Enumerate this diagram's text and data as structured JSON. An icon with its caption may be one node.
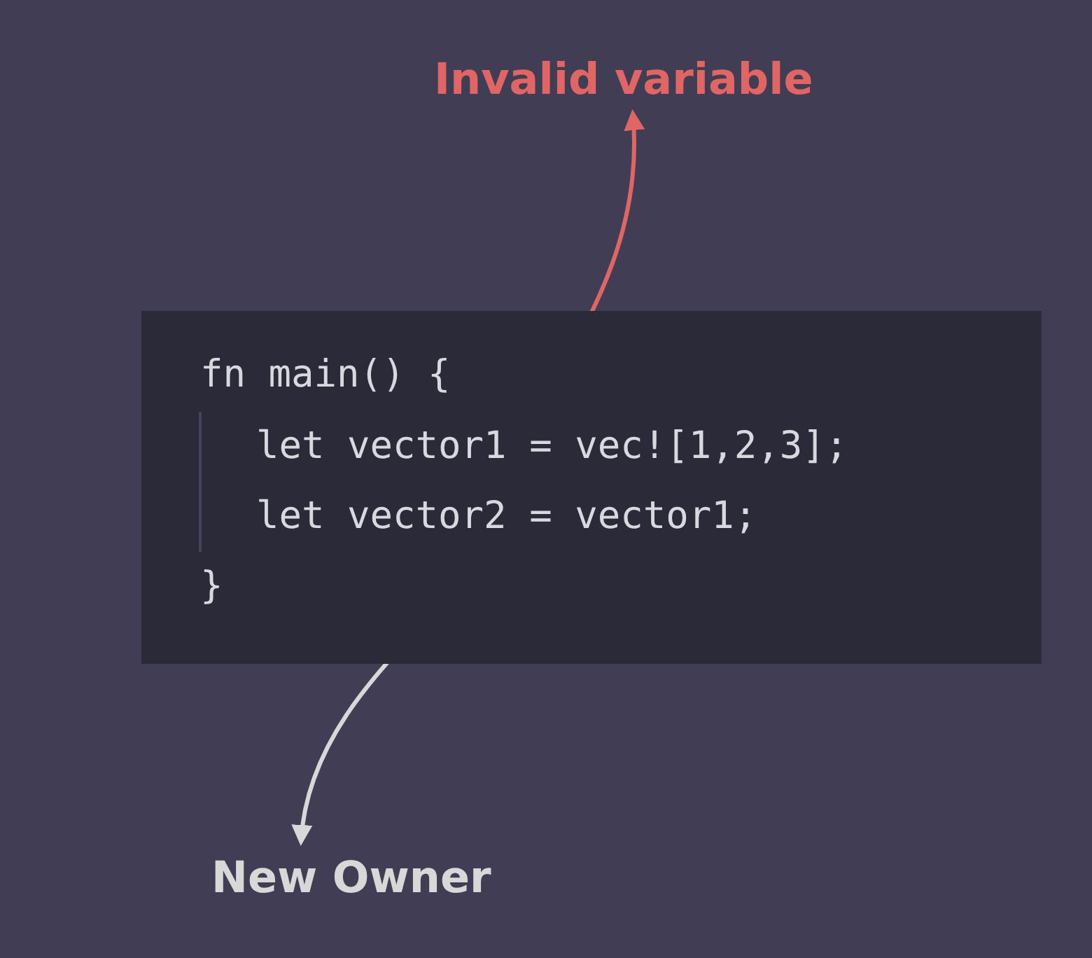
{
  "diagram": {
    "nodes": [
      {
        "text": [
          "fn main() {",
          "let vector1 = vec![1,2,3];",
          "let vector2 = vector1;",
          "}"
        ]
      },
      {
        "text": [
          "Invalid variable"
        ]
      },
      {
        "text": [
          "New Owner"
        ]
      }
    ],
    "edges": [
      {
        "from": 0,
        "to": 1,
        "arrow": "to",
        "color": "#e06666"
      },
      {
        "from": 0,
        "to": 2,
        "arrow": "to",
        "color": "#d8d8d8"
      }
    ]
  }
}
